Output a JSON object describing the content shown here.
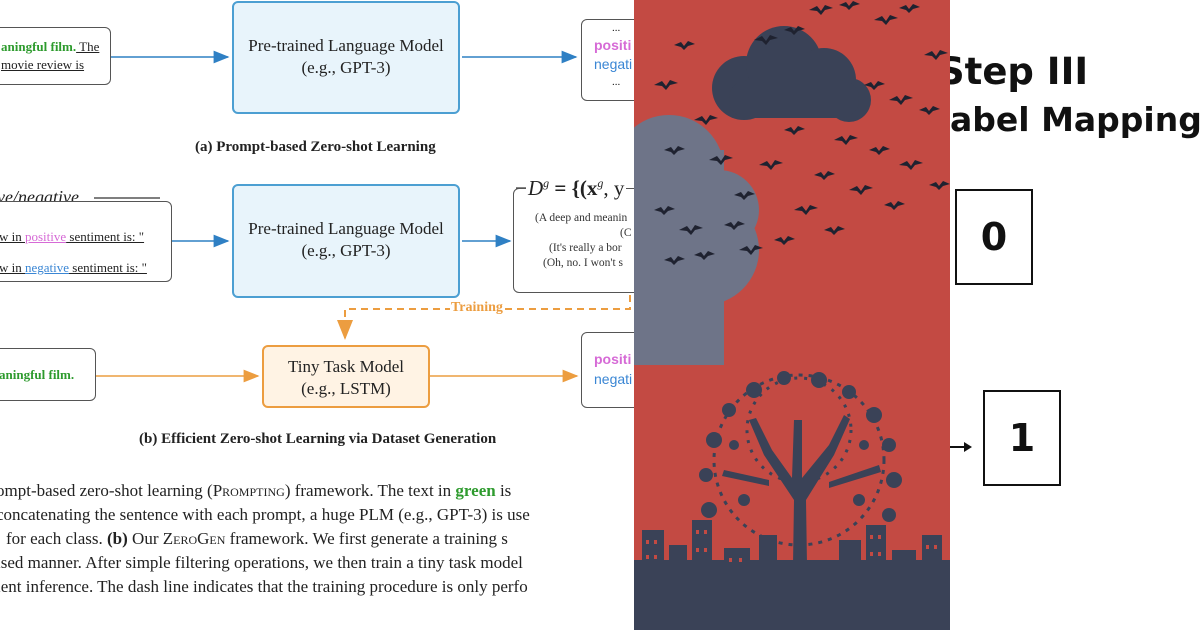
{
  "left": {
    "top_input": {
      "green": "aningful film.",
      "rest1": " The",
      "rest2": "movie review is"
    },
    "plm_top": {
      "line1": "Pre-trained Language Model",
      "line2": "(e.g., GPT-3)"
    },
    "top_output": {
      "dots1": "...",
      "positive": "positi",
      "negative": "negati",
      "dots2": "..."
    },
    "caption_a": "(a) Prompt-based Zero-shot Learning",
    "label_header": "ve/negative",
    "prompt_lines": [
      {
        "pre": "w in ",
        "word": "positive",
        "post": " sentiment is: \""
      },
      {
        "pre": "w in ",
        "word": "negative",
        "post": " sentiment is: \""
      }
    ],
    "plm_mid": {
      "line1": "Pre-trained Language Model",
      "line2": "(e.g., GPT-3)"
    },
    "dataset_formula": "D",
    "dataset_sup": "g",
    "dataset_rest": " = {(x",
    "dataset_rest_sup": "g",
    "dataset_rest2": ", y",
    "dataset_samples": [
      "(A deep and meanin",
      "(C",
      "(It's really a bor",
      "(Oh, no. I won't s"
    ],
    "training_label": "Training",
    "bottom_input": {
      "green": "aningful film."
    },
    "ttm": {
      "line1": "Tiny Task Model",
      "line2": "(e.g., LSTM)"
    },
    "bottom_output": {
      "positive": "positi",
      "negative": "negati"
    },
    "caption_b": "(b) Efficient Zero-shot Learning via Dataset Generation",
    "body": {
      "l1_pre": "ompt-based zero-shot learning (",
      "l1_sc": "Prompting",
      "l1_mid": ") framework.  The text in ",
      "l1_green": "green",
      "l1_post": " is",
      "l2": " concatenating the sentence with each prompt, a huge PLM (e.g., GPT-3) is use",
      "l3_pre": "for each class.  ",
      "l3_b": "(b)",
      "l3_mid": " Our ",
      "l3_sc": "ZeroGen",
      "l3_post": " framework.  We first generate a training s",
      "l4": "ised manner.  After simple filtering operations, we then train a tiny task model",
      "l5": "ient inference.  The dash line indicates that the training procedure is only perfo"
    }
  },
  "right": {
    "title1": "Step III",
    "title2": "abel Mapping",
    "box1": "0",
    "box2": "1"
  },
  "colors": {
    "plm_fill": "#e8f4fb",
    "plm_border": "#4c9fd2",
    "ttm_fill": "#fff3e4",
    "ttm_border": "#ec9d40",
    "green_text": "#2e9b2e",
    "positive_text": "#d66ad6",
    "negative_text": "#3a86d4",
    "poster_red": "#c34a43",
    "poster_navy": "#3a4257"
  }
}
